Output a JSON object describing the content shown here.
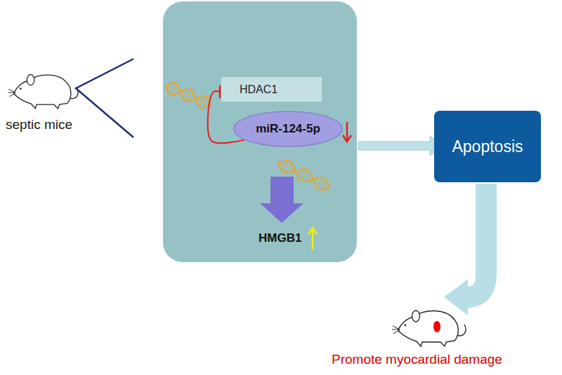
{
  "diagram": {
    "nodes": [
      {
        "text": [
          "HDAC1"
        ]
      },
      {
        "text": [
          "miR-124-5p"
        ]
      },
      {
        "text": [
          "Apoptosis"
        ]
      }
    ],
    "edges": [
      {
        "from": 1,
        "to": 0,
        "arrow": "to"
      }
    ],
    "labels": [
      "septic mice",
      "HMGB1",
      "Promote myocardial damage"
    ]
  }
}
